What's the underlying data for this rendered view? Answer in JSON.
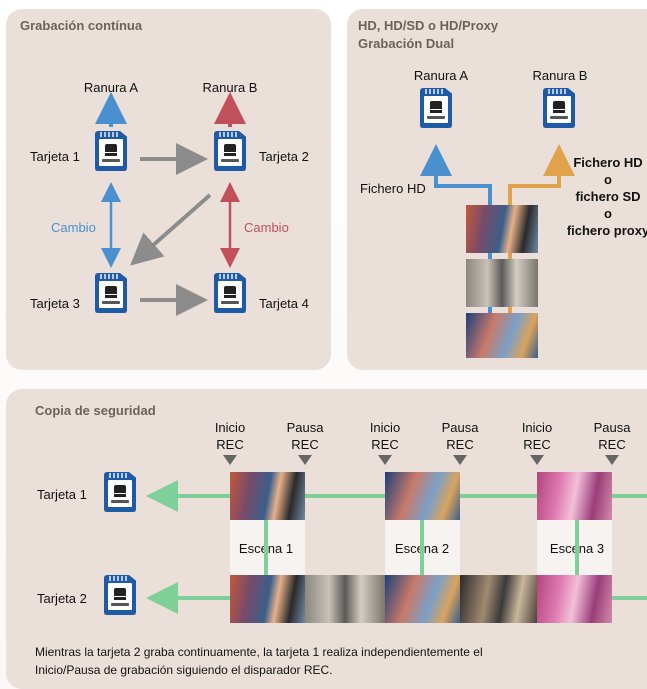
{
  "panel_grabacion": {
    "title": "Grabación contínua",
    "slot_a": "Ranura A",
    "slot_b": "Ranura B",
    "card1": "Tarjeta 1",
    "card2": "Tarjeta 2",
    "card3": "Tarjeta 3",
    "card4": "Tarjeta 4",
    "change_left": "Cambio",
    "change_right": "Cambio"
  },
  "panel_dual": {
    "title_line1": "HD, HD/SD o HD/Proxy",
    "title_line2": "Grabación Dual",
    "slot_a": "Ranura A",
    "slot_b": "Ranura B",
    "file_hd": "Fichero HD",
    "file_b_line1": "Fichero HD",
    "file_b_line2": "o",
    "file_b_line3": "fichero SD",
    "file_b_line4": "o",
    "file_b_line5": "fichero proxy"
  },
  "panel_backup": {
    "title": "Copia de seguridad",
    "markers": [
      {
        "line1": "Inicio",
        "line2": "REC"
      },
      {
        "line1": "Pausa",
        "line2": "REC"
      },
      {
        "line1": "Inicio",
        "line2": "REC"
      },
      {
        "line1": "Pausa",
        "line2": "REC"
      },
      {
        "line1": "Inicio",
        "line2": "REC"
      },
      {
        "line1": "Pausa",
        "line2": "REC"
      }
    ],
    "card1": "Tarjeta 1",
    "card2": "Tarjeta 2",
    "scenes": [
      "Escena 1",
      "Escena 2",
      "Escena 3"
    ]
  },
  "footnote": {
    "line1": "Mientras la tarjeta 2 graba continuamente, la tarjeta 1 realiza independientemente el",
    "line2": "Inicio/Pausa de grabación siguiendo el disparador REC."
  },
  "colors": {
    "blue_arrow": "#4a90cf",
    "red_arrow": "#c0505a",
    "gray_arrow": "#8c8c8c",
    "orange_arrow": "#e0a24a",
    "green_arrow": "#7fcf98",
    "panel_bg": "#ebe0d9"
  },
  "icons": [
    "sd-card-icon",
    "photo-thumbnail",
    "rec-marker-triangle"
  ]
}
